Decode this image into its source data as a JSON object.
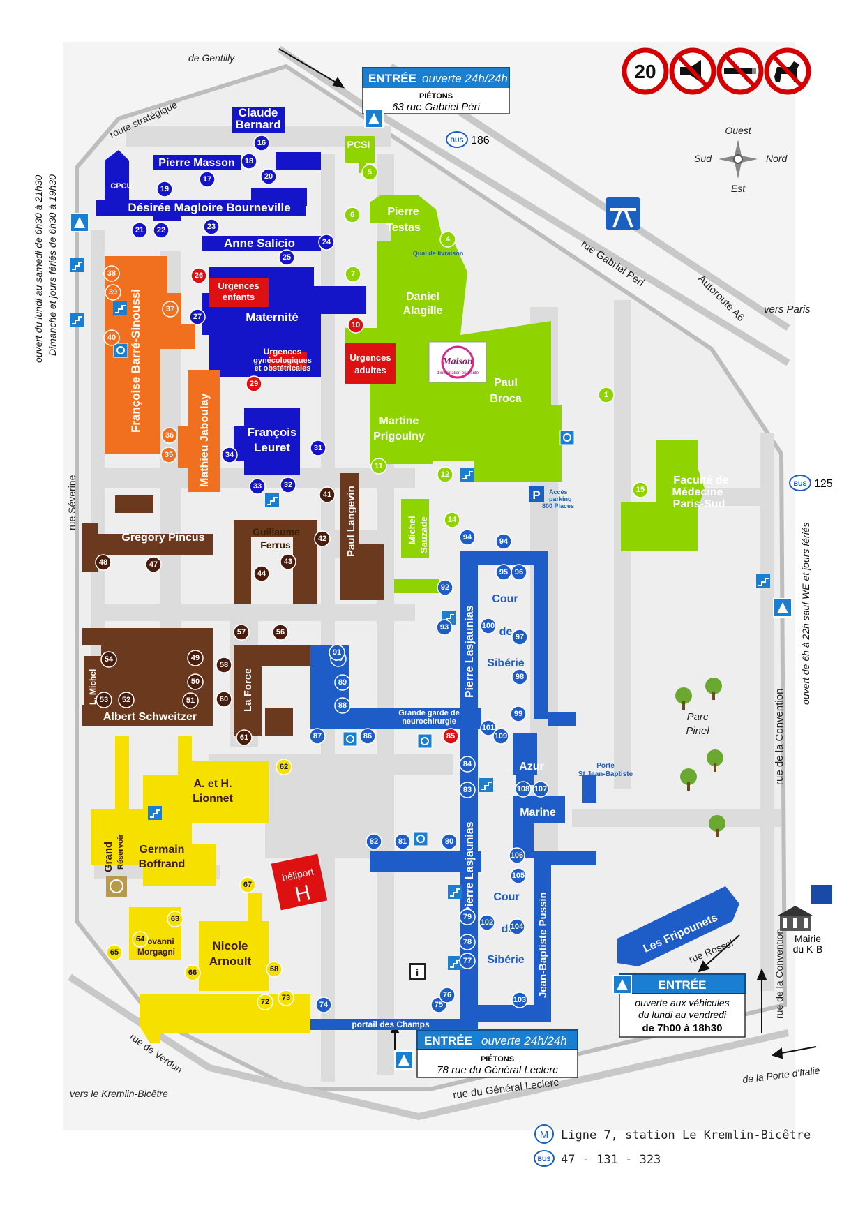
{
  "streets": {
    "gentilly": "de Gentilly",
    "route_strategique": "route stratégique",
    "gabriel_peri": "rue Gabriel Péri",
    "autoroute": "Autoroute A6",
    "vers_paris": "vers Paris",
    "severine": "rue Séverine",
    "convention_1": "rue de la Convention",
    "convention_2": "rue de la Convention",
    "rossel": "rue Rossel",
    "verdun": "rue de Verdun",
    "kremlin": "vers le Kremlin-Bicêtre",
    "leclerc": "rue du Général Leclerc",
    "porte_italie": "de la Porte d'Italie"
  },
  "signs": {
    "speed": "20"
  },
  "compass": {
    "ouest": "Ouest",
    "sud": "Sud",
    "nord": "Nord",
    "est": "Est"
  },
  "entries": {
    "north": {
      "title": "ENTRÉE",
      "hours": "ouverte 24h/24h",
      "line1": "PIÉTONS",
      "line2": "63 rue Gabriel Péri"
    },
    "south": {
      "title": "ENTRÉE",
      "hours": "ouverte 24h/24h",
      "line1": "PIÉTONS",
      "line2": "78 rue du Général Leclerc"
    },
    "vehicles": {
      "title": "ENTRÉE",
      "line1": "ouverte  aux véhicules",
      "line2": "du lundi au vendredi",
      "line3": "de 7h00 à 18h30"
    }
  },
  "bus": {
    "badge": "BUS",
    "line_186": "186",
    "line_125": "125"
  },
  "side_notes": {
    "left_1": "ouvert du lundi au samedi de 6h30 à 21h30",
    "left_2": "Dimanche et jours fériés de 6h30 à 19h30",
    "right_1": "ouvert de 6h à 22h sauf WE et jours fériés"
  },
  "buildings": {
    "claude_bernard_1": "Claude",
    "claude_bernard_2": "Bernard",
    "pierre_masson": "Pierre Masson",
    "cpcu": "CPCU",
    "bourneville": "Désirée Magloire Bourneville",
    "anne_salicio": "Anne Salicio",
    "urgences_enfants_1": "Urgences",
    "urgences_enfants_2": "enfants",
    "maternite": "Maternité",
    "urgences_gyn_1": "Urgences",
    "urgences_gyn_2": "gynécologiques",
    "urgences_gyn_3": "et obstétricales",
    "urgences_adultes_1": "Urgences",
    "urgences_adultes_2": "adultes",
    "pcsi": "PCSI",
    "pierre_testas_1": "Pierre",
    "pierre_testas_2": "Testas",
    "quai": "Quai de livraison",
    "daniel_alagille_1": "Daniel",
    "daniel_alagille_2": "Alagille",
    "maison": "Maison",
    "maison_sub": "d'information en Santé",
    "paul_broca_1": "Paul",
    "paul_broca_2": "Broca",
    "martine_1": "Martine",
    "martine_2": "Prigoulny",
    "parking_1": "Accès",
    "parking_2": "parking",
    "parking_3": "800 Places",
    "faculte_1": "Faculté de",
    "faculte_2": "Médecine",
    "faculte_3": "Paris-Sud",
    "barre_sinoussi": "Françoise Barré-Sinoussi",
    "jaboulay": "Mathieu Jaboulay",
    "leuret_1": "François",
    "leuret_2": "Leuret",
    "gregory_pincus": "Gregory Pincus",
    "ferrus_1": "Guillaume",
    "ferrus_2": "Ferrus",
    "langevin": "Paul Langevin",
    "michel_sauzade_1": "Michel",
    "michel_sauzade_2": "Sauzade",
    "lasjaunias_top": "Pierre Lasjaunias",
    "lasjaunias_bottom": "Pierre Lasjaunias",
    "cour_1a": "Cour",
    "cour_1b": "de",
    "cour_1c": "Sibérie",
    "cour_2a": "Cour",
    "cour_2b": "de",
    "cour_2c": "Sibérie",
    "l_michel": "L. Michel",
    "schweitzer": "Albert Schweitzer",
    "la_force": "La Force",
    "grande_garde_1": "Grande garde de",
    "grande_garde_2": "neurochirurgie",
    "azur": "Azur",
    "porte_1": "Porte",
    "porte_2": "St Jean-Baptiste",
    "marine": "Marine",
    "parc_1": "Parc",
    "parc_2": "Pinel",
    "lionnet_1": "A. et H.",
    "lionnet_2": "Lionnet",
    "grand_reservoir_1": "Grand",
    "grand_reservoir_2": "Réservoir",
    "boffrand_1": "Germain",
    "boffrand_2": "Boffrand",
    "heliport": "héliport",
    "heliport_h": "H",
    "morgagni_1": "Giovanni",
    "morgagni_2": "Morgagni",
    "arnoult_1": "Nicole",
    "arnoult_2": "Arnoult",
    "pussin": "Jean-Baptiste Pussin",
    "fripounets": "Les Fripounets",
    "mairie_1": "Mairie",
    "mairie_2": "du K-B",
    "portail": "portail des Champs",
    "info": "i"
  },
  "markers": [
    {
      "n": "1",
      "c": "#8fd400"
    },
    {
      "n": "4",
      "c": "#8fd400"
    },
    {
      "n": "5",
      "c": "#8fd400"
    },
    {
      "n": "6",
      "c": "#8fd400"
    },
    {
      "n": "7",
      "c": "#8fd400"
    },
    {
      "n": "11",
      "c": "#8fd400"
    },
    {
      "n": "12",
      "c": "#8fd400"
    },
    {
      "n": "14",
      "c": "#8fd400"
    },
    {
      "n": "15",
      "c": "#8fd400"
    },
    {
      "n": "10",
      "c": "#dd1111"
    },
    {
      "n": "26",
      "c": "#dd1111"
    },
    {
      "n": "29",
      "c": "#dd1111"
    },
    {
      "n": "85",
      "c": "#dd1111"
    },
    {
      "n": "16",
      "c": "#1414c8"
    },
    {
      "n": "17",
      "c": "#1414c8"
    },
    {
      "n": "18",
      "c": "#1414c8"
    },
    {
      "n": "19",
      "c": "#1414c8"
    },
    {
      "n": "20",
      "c": "#1414c8"
    },
    {
      "n": "21",
      "c": "#1414c8"
    },
    {
      "n": "22",
      "c": "#1414c8"
    },
    {
      "n": "23",
      "c": "#1414c8"
    },
    {
      "n": "24",
      "c": "#1414c8"
    },
    {
      "n": "25",
      "c": "#1414c8"
    },
    {
      "n": "27",
      "c": "#1414c8"
    },
    {
      "n": "31",
      "c": "#1414c8"
    },
    {
      "n": "32",
      "c": "#1414c8"
    },
    {
      "n": "33",
      "c": "#1414c8"
    },
    {
      "n": "34",
      "c": "#1414c8"
    },
    {
      "n": "38",
      "c": "#f07020"
    },
    {
      "n": "39",
      "c": "#f07020"
    },
    {
      "n": "40",
      "c": "#f07020"
    },
    {
      "n": "37",
      "c": "#f07020"
    },
    {
      "n": "36",
      "c": "#f07020"
    },
    {
      "n": "35",
      "c": "#f07020"
    },
    {
      "n": "41",
      "c": "#4a1c0c"
    },
    {
      "n": "42",
      "c": "#4a1c0c"
    },
    {
      "n": "43",
      "c": "#4a1c0c"
    },
    {
      "n": "44",
      "c": "#4a1c0c"
    },
    {
      "n": "47",
      "c": "#4a1c0c"
    },
    {
      "n": "48",
      "c": "#4a1c0c"
    },
    {
      "n": "49",
      "c": "#4a1c0c"
    },
    {
      "n": "50",
      "c": "#4a1c0c"
    },
    {
      "n": "51",
      "c": "#4a1c0c"
    },
    {
      "n": "52",
      "c": "#4a1c0c"
    },
    {
      "n": "53",
      "c": "#4a1c0c"
    },
    {
      "n": "54",
      "c": "#4a1c0c"
    },
    {
      "n": "56",
      "c": "#4a1c0c"
    },
    {
      "n": "57",
      "c": "#4a1c0c"
    },
    {
      "n": "58",
      "c": "#4a1c0c"
    },
    {
      "n": "60",
      "c": "#4a1c0c"
    },
    {
      "n": "61",
      "c": "#4a1c0c"
    },
    {
      "n": "62",
      "c": "#f6e000"
    },
    {
      "n": "63",
      "c": "#f6e000"
    },
    {
      "n": "64",
      "c": "#f6e000"
    },
    {
      "n": "65",
      "c": "#f6e000"
    },
    {
      "n": "66",
      "c": "#f6e000"
    },
    {
      "n": "67",
      "c": "#f6e000"
    },
    {
      "n": "68",
      "c": "#f6e000"
    },
    {
      "n": "72",
      "c": "#f6e000"
    },
    {
      "n": "73",
      "c": "#f6e000"
    },
    {
      "n": "74",
      "c": "#1e5cc8"
    },
    {
      "n": "75",
      "c": "#1e5cc8"
    },
    {
      "n": "76",
      "c": "#1e5cc8"
    },
    {
      "n": "77",
      "c": "#1e5cc8"
    },
    {
      "n": "78",
      "c": "#1e5cc8"
    },
    {
      "n": "79",
      "c": "#1e5cc8"
    },
    {
      "n": "80",
      "c": "#1e5cc8"
    },
    {
      "n": "81",
      "c": "#1e5cc8"
    },
    {
      "n": "82",
      "c": "#1e5cc8"
    },
    {
      "n": "83",
      "c": "#1e5cc8"
    },
    {
      "n": "84",
      "c": "#1e5cc8"
    },
    {
      "n": "86",
      "c": "#1e5cc8"
    },
    {
      "n": "87",
      "c": "#1e5cc8"
    },
    {
      "n": "88",
      "c": "#1e5cc8"
    },
    {
      "n": "89",
      "c": "#1e5cc8"
    },
    {
      "n": "90",
      "c": "#1e5cc8"
    },
    {
      "n": "91",
      "c": "#1e5cc8"
    },
    {
      "n": "92",
      "c": "#1e5cc8"
    },
    {
      "n": "93",
      "c": "#1e5cc8"
    },
    {
      "n": "94",
      "c": "#1e5cc8"
    },
    {
      "n": "94",
      "c": "#1e5cc8"
    },
    {
      "n": "95",
      "c": "#1e5cc8"
    },
    {
      "n": "96",
      "c": "#1e5cc8"
    },
    {
      "n": "97",
      "c": "#1e5cc8"
    },
    {
      "n": "98",
      "c": "#1e5cc8"
    },
    {
      "n": "99",
      "c": "#1e5cc8"
    },
    {
      "n": "100",
      "c": "#1e5cc8"
    },
    {
      "n": "101",
      "c": "#1e5cc8"
    },
    {
      "n": "102",
      "c": "#1e5cc8"
    },
    {
      "n": "103",
      "c": "#1e5cc8"
    },
    {
      "n": "104",
      "c": "#1e5cc8"
    },
    {
      "n": "105",
      "c": "#1e5cc8"
    },
    {
      "n": "106",
      "c": "#1e5cc8"
    },
    {
      "n": "107",
      "c": "#1e5cc8"
    },
    {
      "n": "108",
      "c": "#1e5cc8"
    },
    {
      "n": "109",
      "c": "#1e5cc8"
    }
  ],
  "legend": {
    "metro_badge": "M",
    "metro": "Ligne 7, station Le Kremlin-Bicêtre",
    "bus_badge": "BUS",
    "bus_lines": "47 - 131 - 323"
  },
  "colors": {
    "blue_dark": "#1414c8",
    "blue_mid": "#1e5cc8",
    "green": "#8fd400",
    "orange": "#f07020",
    "brown": "#6b3a1e",
    "yellow": "#f6e000",
    "red": "#dd1111",
    "road": "#dcdcdc",
    "entry_blue": "#1a7fd0"
  }
}
